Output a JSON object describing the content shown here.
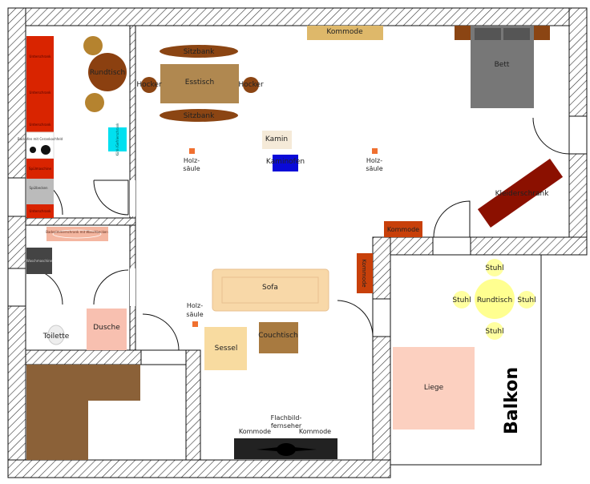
{
  "kitchen": {
    "counter_labels": [
      "Unterschrank",
      "Unterschrank",
      "Unterschrank"
    ],
    "oven": "Backofen mit Cerankochfeld",
    "dishwasher": "Spülmaschine",
    "sink": "Spülbecken",
    "bottom_cabinet": "Unterschrank",
    "fridge": "Kühl-/Gefrierschrank",
    "table": "Rundtisch"
  },
  "bathroom": {
    "cabinet": "Badezimmerschrank mit Waschbecken",
    "washer": "Waschmaschine",
    "shower": "Dusche",
    "toilet": "Toilette"
  },
  "living": {
    "bench_top": "Sitzbank",
    "bench_bottom": "Sitzbank",
    "dining_table": "Esstisch",
    "stool_left": "Hocker",
    "stool_right": "Hocker",
    "dresser_top": "Kommode",
    "fireplace": "Kamin",
    "stove": "Kaminofen",
    "pillar_1": [
      "Holz-",
      "säule"
    ],
    "pillar_2": [
      "Holz-",
      "säule"
    ],
    "pillar_3": [
      "Holz-",
      "säule"
    ],
    "dresser_right": "Kommode",
    "dresser_vertical": "Kommode",
    "sofa": "Sofa",
    "armchair": "Sessel",
    "coffee_table": "Couchtisch",
    "tv": [
      "Flachbild-",
      "fernseher"
    ],
    "tv_dresser_left": "Kommode",
    "tv_dresser_right": "Kommode"
  },
  "bedroom": {
    "bed": "Bett",
    "wardrobe": "Kleiderschrank"
  },
  "balcony": {
    "title": "Balkon",
    "table": "Rundtisch",
    "chairs": [
      "Stuhl",
      "Stuhl",
      "Stuhl",
      "Stuhl"
    ],
    "lounger": "Liege"
  }
}
